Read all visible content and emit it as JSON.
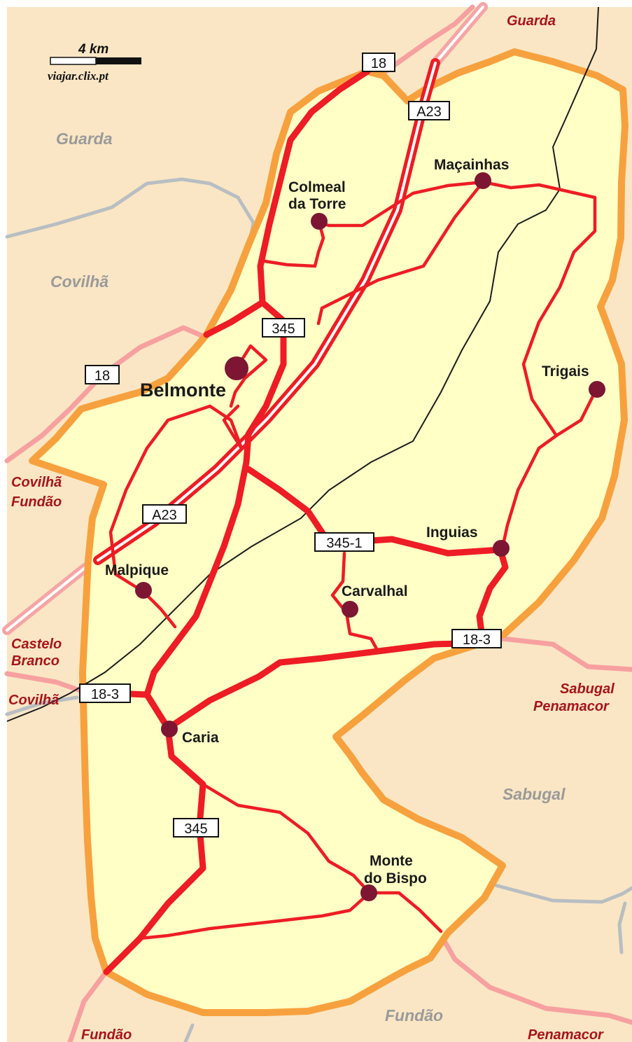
{
  "map": {
    "scale": {
      "label": "4 km",
      "credit": "viajar.clix.pt"
    },
    "capital": "Belmonte",
    "towns": {
      "colmeal": [
        "Colmeal",
        "da Torre"
      ],
      "macainhas": "Maçainhas",
      "trigais": "Trigais",
      "inguias": "Inguias",
      "carvalhal": "Carvalhal",
      "malpique": "Malpique",
      "caria": "Caria",
      "monte_bispo": [
        "Monte",
        "do Bispo"
      ]
    },
    "municipalities": {
      "guarda": "Guarda",
      "covilha": "Covilhã",
      "sabugal": "Sabugal",
      "fundao": "Fundão"
    },
    "directions": {
      "guarda": "Guarda",
      "covilha_fundao": [
        "Covilhã",
        "Fundão"
      ],
      "castelo_branco": [
        "Castelo",
        "Branco"
      ],
      "covilha": "Covilhã",
      "sabugal_penamacor": [
        "Sabugal",
        "Penamacor"
      ],
      "fundao": "Fundão",
      "penamacor": "Penamacor"
    },
    "shields": {
      "n18_top": "18",
      "a23_top": "A23",
      "n345_north": "345",
      "n18_west": "18",
      "a23_mid": "A23",
      "n345_1": "345-1",
      "n18_3_east": "18-3",
      "n18_3_west": "18-3",
      "n345_south": "345"
    },
    "colors": {
      "background": "#fae6c4",
      "municipality_fill": "#ffffc6",
      "border": "#f7a13e",
      "road": "#ee1c24",
      "external_road": "#f7a0a0",
      "river": "#1c1c1c",
      "district_line": "#b8bec2",
      "town_dot": "#7d1632"
    }
  }
}
